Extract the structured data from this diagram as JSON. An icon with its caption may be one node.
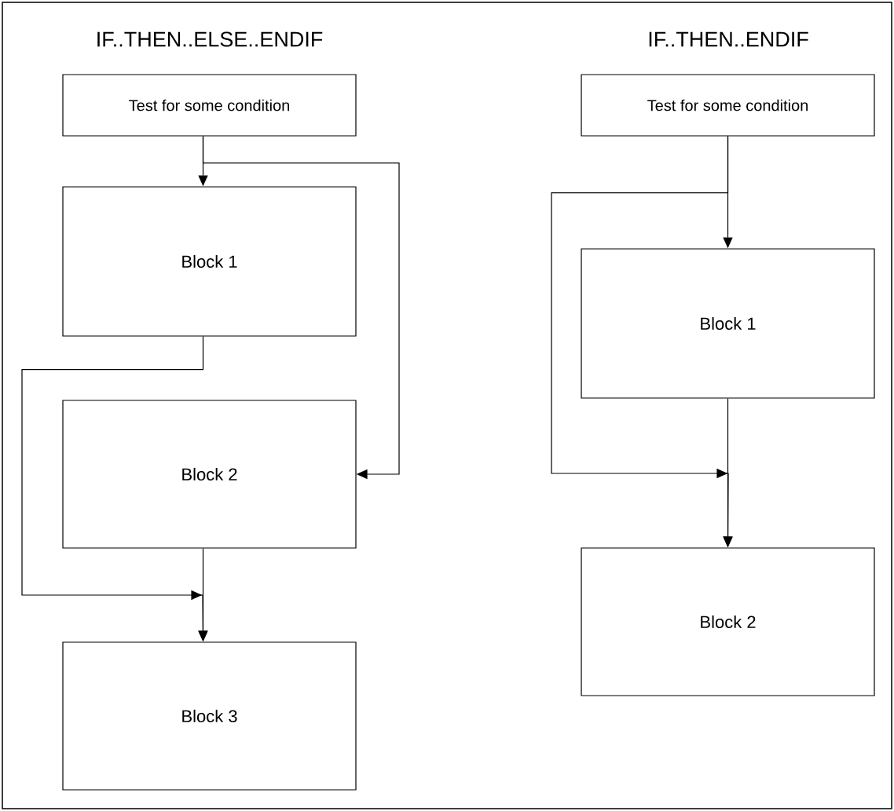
{
  "diagram": {
    "nodes": [
      {
        "text": [
          "Test for some condition"
        ]
      },
      {
        "text": [
          "Block 1"
        ]
      },
      {
        "text": [
          "Block 2"
        ]
      },
      {
        "text": [
          "Block 3"
        ]
      },
      {
        "text": [
          "Test for some condition"
        ]
      },
      {
        "text": [
          "Block 1"
        ]
      },
      {
        "text": [
          "Block 2"
        ]
      }
    ],
    "edges": [
      {
        "from": 0,
        "to": 1,
        "arrow": "to"
      },
      {
        "from": 0,
        "to": 2,
        "arrow": "to"
      },
      {
        "from": 1,
        "to": 3,
        "arrow": "to"
      },
      {
        "from": 2,
        "to": 3,
        "arrow": "to"
      },
      {
        "from": 4,
        "to": 5,
        "arrow": "to"
      },
      {
        "from": 4,
        "to": 6,
        "arrow": "to"
      },
      {
        "from": 5,
        "to": 6,
        "arrow": "to"
      }
    ],
    "labels": [
      "IF..THEN..ELSE..ENDIF",
      "IF..THEN..ENDIF"
    ]
  }
}
